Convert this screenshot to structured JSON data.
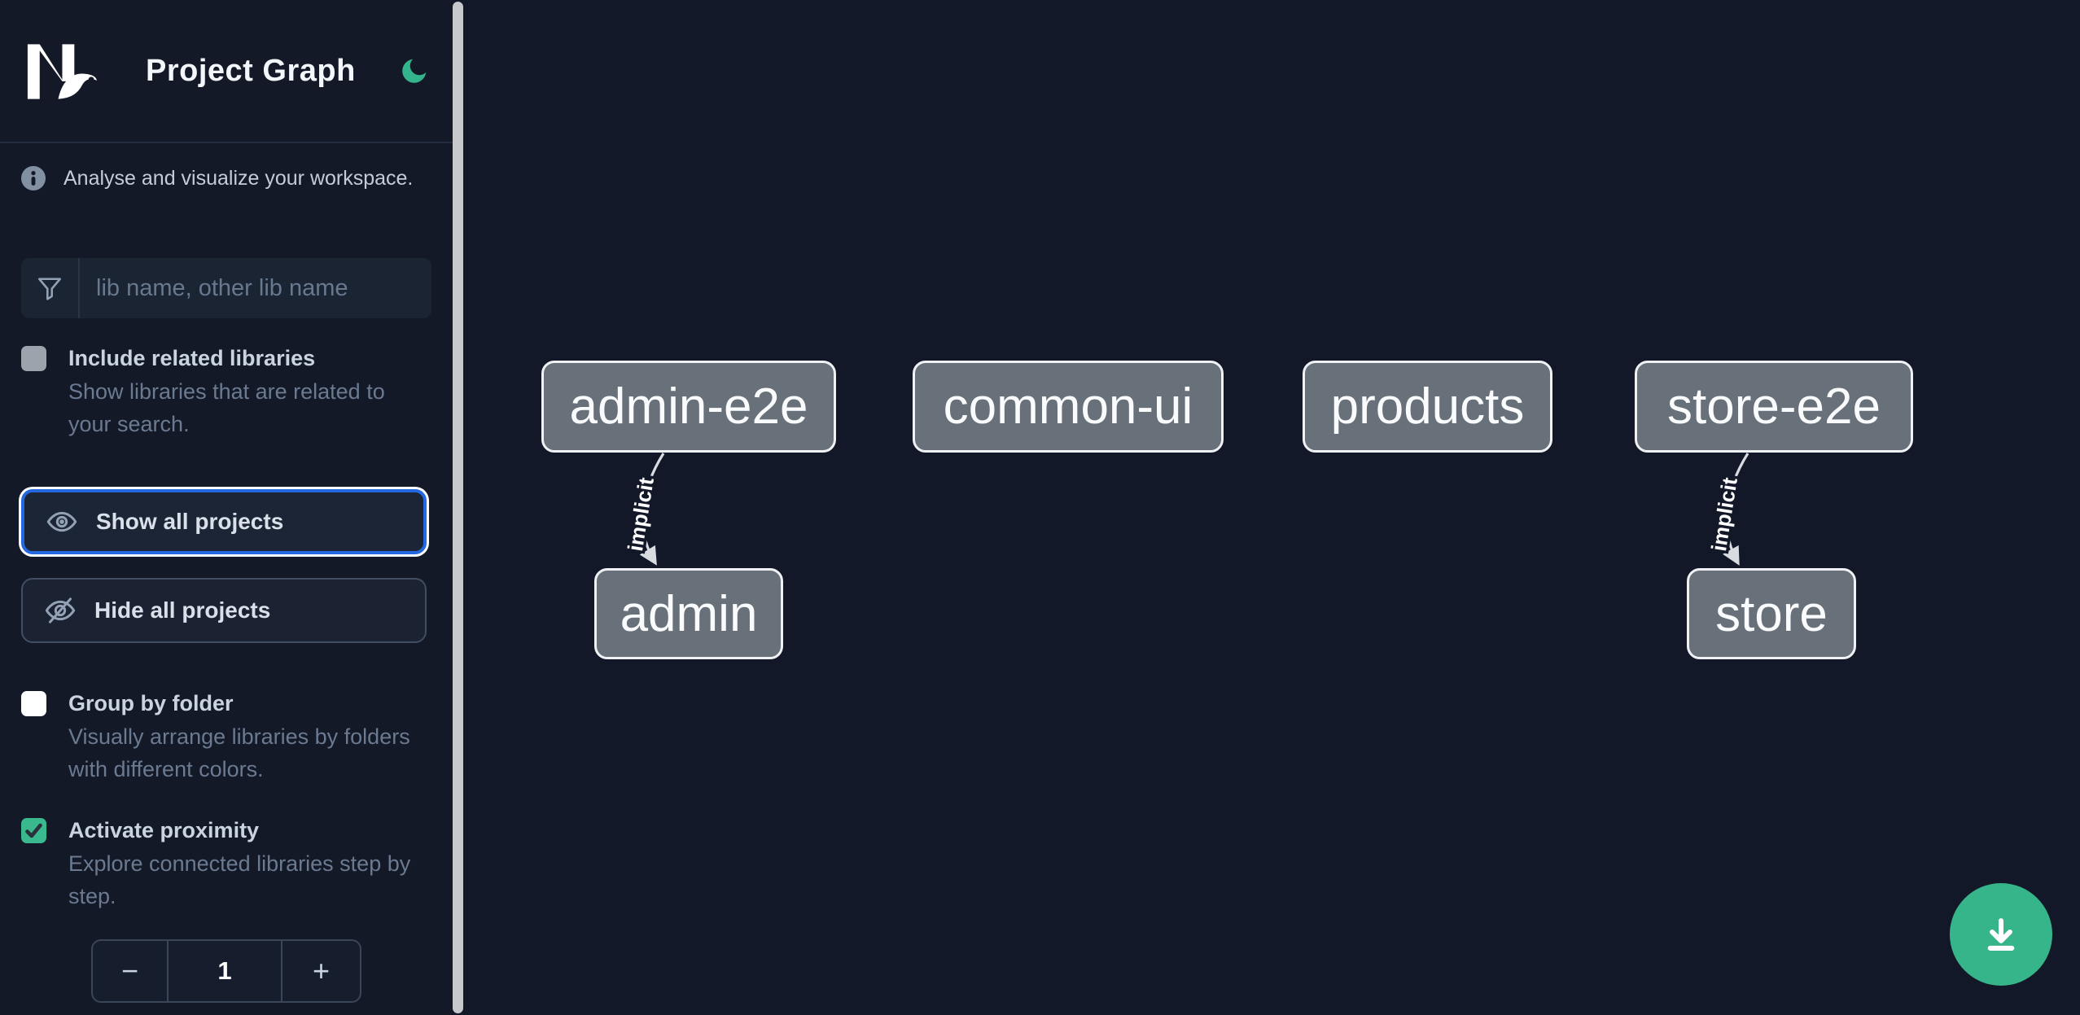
{
  "header": {
    "title": "Project Graph",
    "logo": "Nx",
    "theme_icon": "moon-icon"
  },
  "sidebar": {
    "info_text": "Analyse and visualize your workspace.",
    "filter_placeholder": "lib name, other lib name",
    "checkboxes": [
      {
        "id": "include-related",
        "label": "Include related libraries",
        "description": "Show libraries that are related to your search.",
        "checked": false
      },
      {
        "id": "group-by-folder",
        "label": "Group by folder",
        "description": "Visually arrange libraries by folders with different colors.",
        "checked": false
      },
      {
        "id": "activate-proximity",
        "label": "Activate proximity",
        "description": "Explore connected libraries step by step.",
        "checked": true
      }
    ],
    "actions": [
      {
        "id": "show-all",
        "label": "Show all projects",
        "icon": "eye-icon",
        "focused": true
      },
      {
        "id": "hide-all",
        "label": "Hide all projects",
        "icon": "eye-off-icon",
        "focused": false
      }
    ],
    "proximity_stepper": {
      "decrement": "−",
      "value": "1",
      "increment": "+"
    }
  },
  "graph": {
    "nodes": [
      {
        "id": "admin-e2e",
        "label": "admin-e2e"
      },
      {
        "id": "common-ui",
        "label": "common-ui"
      },
      {
        "id": "products",
        "label": "products"
      },
      {
        "id": "store-e2e",
        "label": "store-e2e"
      },
      {
        "id": "admin",
        "label": "admin"
      },
      {
        "id": "store",
        "label": "store"
      }
    ],
    "edges": [
      {
        "from": "admin-e2e",
        "to": "admin",
        "label": "implicit"
      },
      {
        "from": "store-e2e",
        "to": "store",
        "label": "implicit"
      }
    ]
  },
  "fab": {
    "icon": "download-icon"
  },
  "colors": {
    "background": "#121827",
    "accent_green": "#36b48a",
    "focus_blue": "#2368e1",
    "node_fill": "#687079",
    "node_border": "#eff1f4",
    "checkbox_checked": "#3ab98f",
    "scrollbar": "#c6c8cb"
  }
}
